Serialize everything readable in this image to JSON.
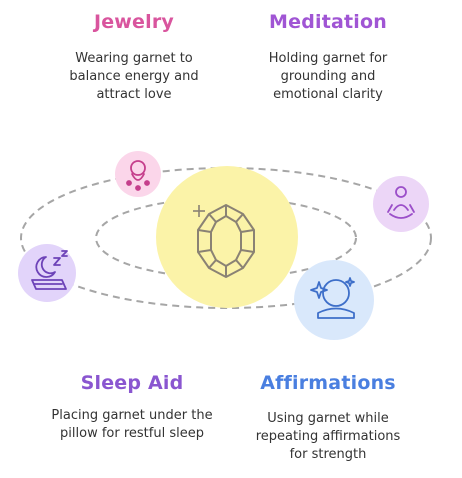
{
  "colors": {
    "jewelry": "#d9559e",
    "meditation": "#a055d4",
    "sleep": "#8a56d0",
    "affirmations": "#4a7fe0",
    "center_fill": "#fbf3a8",
    "orbit": "#9a9a9a"
  },
  "items": {
    "jewelry": {
      "title": "Jewelry",
      "desc": "Wearing garnet to\nbalance energy and\nattract love",
      "icon": "pendant-icon"
    },
    "meditation": {
      "title": "Meditation",
      "desc": "Holding garnet for\ngrounding and\nemotional clarity",
      "icon": "meditating-person-icon"
    },
    "sleep": {
      "title": "Sleep Aid",
      "desc": "Placing garnet under the\npillow for restful sleep",
      "icon": "sleeping-moon-icon"
    },
    "affirmations": {
      "title": "Affirmations",
      "desc": "Using garnet while\nrepeating affirmations\nfor strength",
      "icon": "sparkle-moon-icon"
    }
  },
  "center": {
    "icon": "garnet-gem-icon"
  }
}
